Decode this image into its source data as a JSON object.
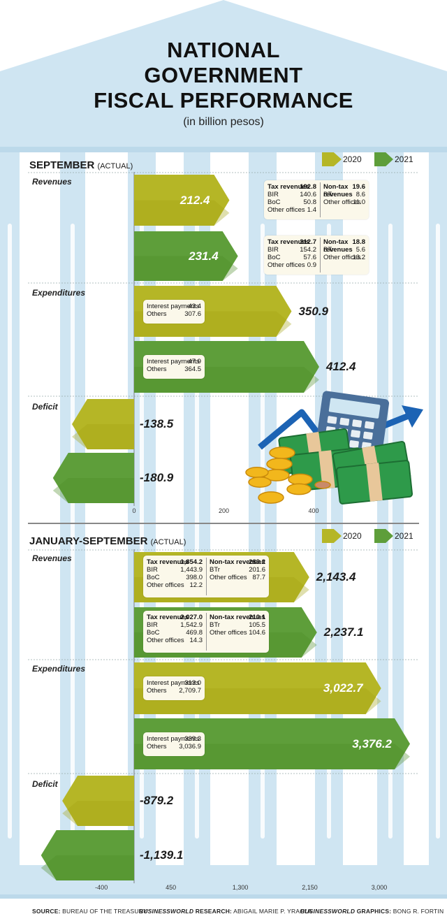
{
  "title_lines": [
    "NATIONAL",
    "GOVERNMENT",
    "FISCAL PERFORMANCE"
  ],
  "subtitle": "(in billion pesos)",
  "legend": {
    "label_2020": "2020",
    "label_2021": "2021"
  },
  "colors": {
    "y2020": "#b5b626",
    "y2021": "#5e9e3a",
    "column": "#cfe5f2",
    "box": "#fbf8ea"
  },
  "footer": {
    "source_label": "SOURCE:",
    "source_text": "BUREAU OF THE TREASURY",
    "research_label": "BUSINESSWORLD",
    "research_word": "RESEARCH:",
    "research_text": "ABIGAIL MARIE P. YRAOLA",
    "graphics_label": "BUSINESSWORLD",
    "graphics_word": "GRAPHICS:",
    "graphics_text": "BONG R. FORTIN"
  },
  "chart_data": [
    {
      "type": "bar",
      "orientation": "horizontal",
      "section_title": "SEPTEMBER",
      "section_note": "(ACTUAL)",
      "xlim": [
        -200,
        500
      ],
      "x_ticks": [
        0,
        200,
        400
      ],
      "x_tick_labels": [
        "0",
        "200",
        "400"
      ],
      "categories": [
        "Revenues",
        "Expenditures",
        "Deficit"
      ],
      "series": [
        {
          "name": "2020",
          "values": [
            212.4,
            350.9,
            -138.5
          ],
          "labels": [
            "212.4",
            "350.9",
            "-138.5"
          ]
        },
        {
          "name": "2021",
          "values": [
            231.4,
            412.4,
            -180.9
          ],
          "labels": [
            "231.4",
            "412.4",
            "-180.9"
          ]
        }
      ],
      "breakdowns": {
        "revenues": [
          {
            "tax_label": "Tax revenues",
            "tax_total": "192.8",
            "tax_items": [
              [
                "BIR",
                "140.6"
              ],
              [
                "BoC",
                "50.8"
              ],
              [
                "Other offices",
                "1.4"
              ]
            ],
            "nontax_label": "Non-tax revenues",
            "nontax_total": "19.6",
            "nontax_items": [
              [
                "BTr",
                "8.6"
              ],
              [
                "Other offices",
                "11.0"
              ]
            ]
          },
          {
            "tax_label": "Tax revenues",
            "tax_total": "212.7",
            "tax_items": [
              [
                "BIR",
                "154.2"
              ],
              [
                "BoC",
                "57.6"
              ],
              [
                "Other offices",
                "0.9"
              ]
            ],
            "nontax_label": "Non-tax revenues",
            "nontax_total": "18.8",
            "nontax_items": [
              [
                "BTr",
                "5.6"
              ],
              [
                "Other offices",
                "13.2"
              ]
            ]
          }
        ],
        "expenditures": [
          {
            "items": [
              [
                "Interest payments",
                "43.4"
              ],
              [
                "Others",
                "307.6"
              ]
            ]
          },
          {
            "items": [
              [
                "Interest payments",
                "47.9"
              ],
              [
                "Others",
                "364.5"
              ]
            ]
          }
        ]
      }
    },
    {
      "type": "bar",
      "orientation": "horizontal",
      "section_title": "JANUARY-SEPTEMBER",
      "section_note": "(ACTUAL)",
      "xlim": [
        -1300,
        3400
      ],
      "x_ticks": [
        -400,
        450,
        1300,
        2150,
        3000
      ],
      "x_tick_labels": [
        "-400",
        "450",
        "1,300",
        "2,150",
        "3,000"
      ],
      "categories": [
        "Revenues",
        "Expenditures",
        "Deficit"
      ],
      "series": [
        {
          "name": "2020",
          "values": [
            2143.4,
            3022.7,
            -879.2
          ],
          "labels": [
            "2,143.4",
            "3,022.7",
            "-879.2"
          ]
        },
        {
          "name": "2021",
          "values": [
            2237.1,
            3376.2,
            -1139.1
          ],
          "labels": [
            "2,237.1",
            "3,376.2",
            "-1,139.1"
          ]
        }
      ],
      "breakdowns": {
        "revenues": [
          {
            "tax_label": "Tax revenues",
            "tax_total": "1,854.2",
            "tax_items": [
              [
                "BIR",
                "1,443.9"
              ],
              [
                "BoC",
                "398.0"
              ],
              [
                "Other offices",
                "12.2"
              ]
            ],
            "nontax_label": "Non-tax revenues",
            "nontax_total": "289.2",
            "nontax_items": [
              [
                "BTr",
                "201.6"
              ],
              [
                "Other offices",
                "87.7"
              ]
            ]
          },
          {
            "tax_label": "Tax revenues",
            "tax_total": "2,027.0",
            "tax_items": [
              [
                "BIR",
                "1,542.9"
              ],
              [
                "BoC",
                "469.8"
              ],
              [
                "Other offices",
                "14.3"
              ]
            ],
            "nontax_label": "Non-tax revenues",
            "nontax_total": "210.1",
            "nontax_items": [
              [
                "BTr",
                "105.5"
              ],
              [
                "Other offices",
                "104.6"
              ]
            ]
          }
        ],
        "expenditures": [
          {
            "items": [
              [
                "Interest payments",
                "313.0"
              ],
              [
                "Others",
                "2,709.7"
              ]
            ]
          },
          {
            "items": [
              [
                "Interest payments",
                "339.3"
              ],
              [
                "Others",
                "3,036.9"
              ]
            ]
          }
        ]
      }
    }
  ]
}
